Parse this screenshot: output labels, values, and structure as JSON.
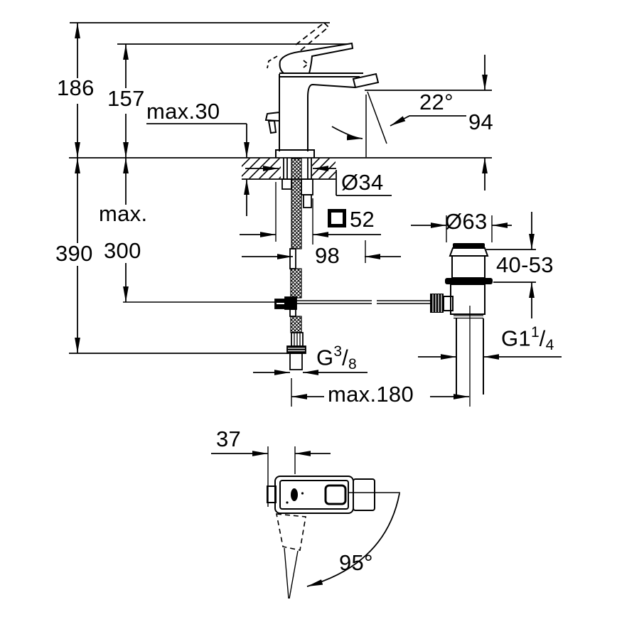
{
  "meta": {
    "kind": "technical-installation-drawing",
    "subject": "single-lever basin mixer with pop-up waste",
    "views": {
      "main": "side elevation with below-deck installation",
      "secondary": "plan view"
    }
  },
  "colors": {
    "line": "#000000",
    "background": "#ffffff"
  },
  "labels": {
    "total_height": "186",
    "lever_height": "157",
    "deck_thickness_max": "max.30",
    "spout_angle": "22°",
    "spout_height": "94",
    "hole_diameter": "Ø34",
    "body_square": "52",
    "spout_reach": "98",
    "hose_drop_word": "max.",
    "hose_drop_value": "300",
    "rod_drop": "390",
    "waste_diameter": "Ø63",
    "waste_height_range": "40-53",
    "waste_thread_base": "G1",
    "waste_thread_numerator": "1",
    "waste_thread_slash": "/",
    "waste_thread_denominator": "4",
    "hose_thread_base": "G",
    "hose_thread_numerator": "3",
    "hose_thread_slash": "/",
    "hose_thread_denominator": "8",
    "waste_offset_max": "max.180",
    "plan_spout_offset": "37",
    "plan_lever_swivel": "95°"
  }
}
